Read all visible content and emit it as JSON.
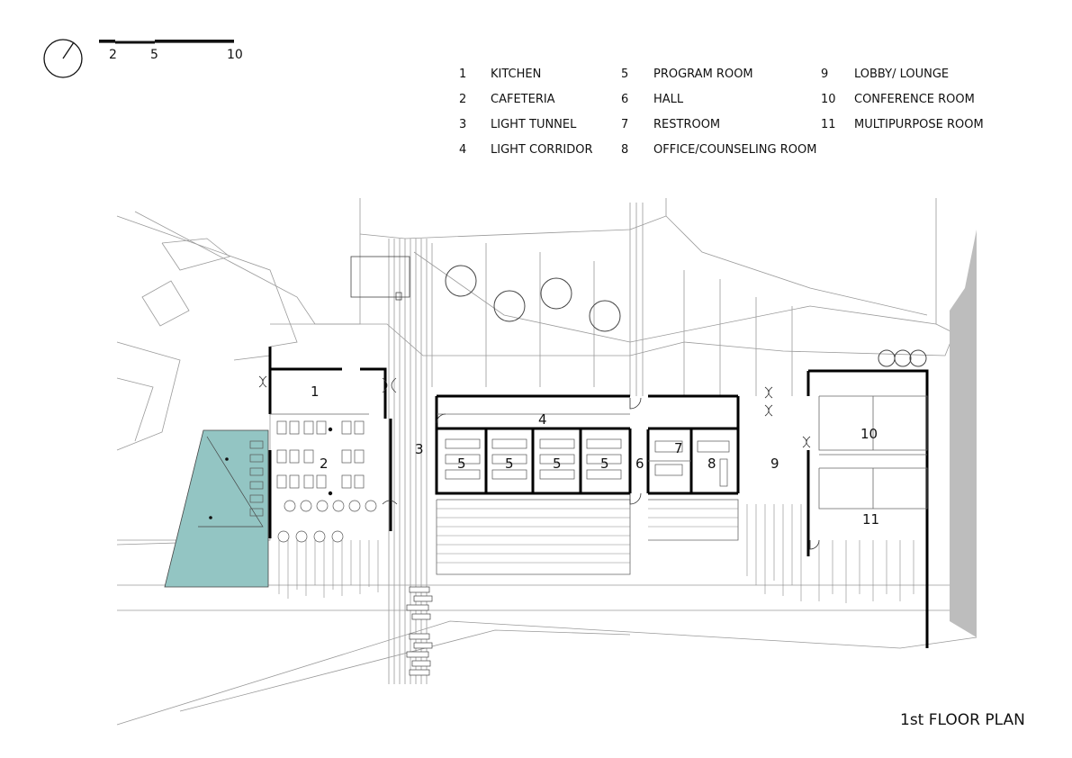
{
  "title": "1st FLOOR PLAN",
  "scale_bar": {
    "labels": [
      "2",
      "5",
      "10"
    ]
  },
  "legend": [
    {
      "num": "1",
      "label": "KITCHEN"
    },
    {
      "num": "2",
      "label": "CAFETERIA"
    },
    {
      "num": "3",
      "label": "LIGHT TUNNEL"
    },
    {
      "num": "4",
      "label": "LIGHT CORRIDOR"
    },
    {
      "num": "5",
      "label": "PROGRAM ROOM"
    },
    {
      "num": "6",
      "label": "HALL"
    },
    {
      "num": "7",
      "label": "RESTROOM"
    },
    {
      "num": "8",
      "label": "OFFICE/COUNSELING ROOM"
    },
    {
      "num": "9",
      "label": "LOBBY/ LOUNGE"
    },
    {
      "num": "10",
      "label": "CONFERENCE ROOM"
    },
    {
      "num": "11",
      "label": "MULTIPURPOSE ROOM"
    }
  ],
  "room_tags": [
    "1",
    "2",
    "3",
    "4",
    "5",
    "5",
    "5",
    "5",
    "6",
    "7",
    "8",
    "9",
    "10",
    "11"
  ],
  "colors": {
    "pool": "#93c5c3",
    "wall": "#000000",
    "line": "#9a9a9a",
    "ground": "#bdbdbd"
  }
}
